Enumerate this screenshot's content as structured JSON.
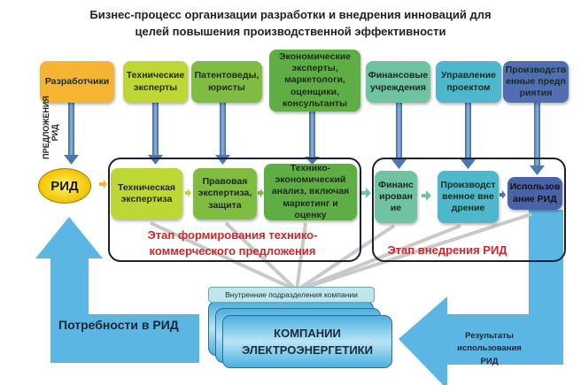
{
  "title": {
    "line1": "Бизнес-процесс организации разработки и внедрения инноваций для",
    "line2": "целей повышения производственной эффективности"
  },
  "actors": [
    {
      "label": "Разработчики",
      "color": "#f6b530"
    },
    {
      "label": "Технические эксперты",
      "color": "#bfd735"
    },
    {
      "label": "Патентоведы, юристы",
      "color": "#80bb42"
    },
    {
      "label": "Экономические эксперты, маркетологи, оценщики, консультанты",
      "color": "#5fae45"
    },
    {
      "label": "Финансовые учреждения",
      "color": "#6fc2a2"
    },
    {
      "label": "Управление проектом",
      "color": "#4db8cb"
    },
    {
      "label": "Производственные предприятия",
      "color": "#4f6fb2"
    }
  ],
  "side_label": "ПРЕДЛОЖЕНИЯ РИД",
  "rid": "РИД",
  "stage1": {
    "steps": [
      "Техническая экспертиза",
      "Правовая экспертиза, защита",
      "Технико-экономический анализ, включая маркетинг и оценку"
    ],
    "label": "Этап формирования технико-коммерческого предложения"
  },
  "stage2": {
    "steps": [
      "Финансирование",
      "Производственное внедрение",
      "Использование РИД"
    ],
    "label": "Этап внедрения РИД"
  },
  "needs": "Потребности в РИД",
  "results": "Результаты использования РИД",
  "internal_units": "Внутренние подразделения компании",
  "company": {
    "line1": "КОМПАНИИ",
    "line2": "ЭЛЕКТРОЭНЕРГЕТИКИ"
  }
}
